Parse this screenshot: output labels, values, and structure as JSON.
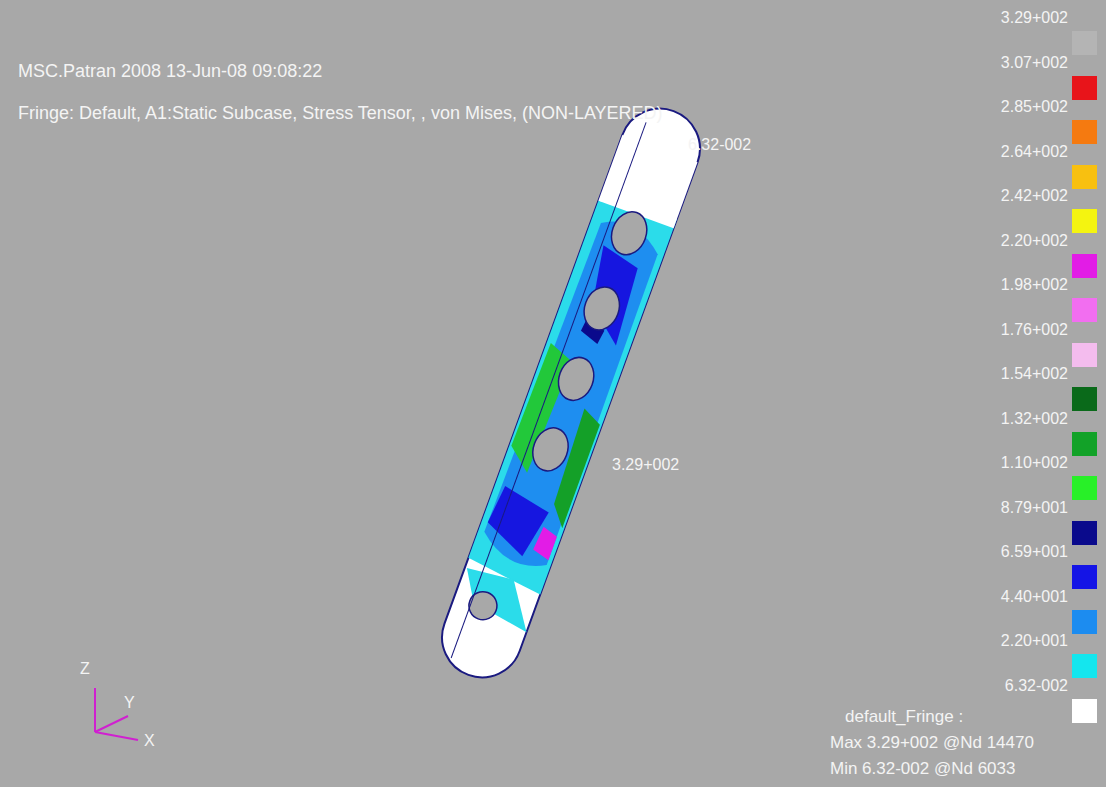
{
  "diagram": {
    "labels": [
      "MSC.Patran 2008 13-Jun-08 09:08:22",
      "Fringe: Default, A1:Static Subcase, Stress Tensor, , von Mises, (NON-LAYERED)",
      "6.32-002",
      "3.29+002",
      "default_Fringe :",
      "Max 3.29+002 @Nd 14470",
      "Min 6.32-002 @Nd 6033",
      "Z",
      "Y",
      "X"
    ],
    "legend": [
      {
        "text": "3.29+002",
        "color": "#b4b4b4"
      },
      {
        "text": "3.07+002",
        "color": "#e8141a"
      },
      {
        "text": "2.85+002",
        "color": "#f57a10"
      },
      {
        "text": "2.64+002",
        "color": "#f8c010"
      },
      {
        "text": "2.42+002",
        "color": "#f4f410"
      },
      {
        "text": "2.20+002",
        "color": "#e21ce6"
      },
      {
        "text": "1.98+002",
        "color": "#f26ef0"
      },
      {
        "text": "1.76+002",
        "color": "#f4bcee"
      },
      {
        "text": "1.54+002",
        "color": "#0a6a1a"
      },
      {
        "text": "1.32+002",
        "color": "#12a228"
      },
      {
        "text": "1.10+002",
        "color": "#28f028"
      },
      {
        "text": "8.79+001",
        "color": "#0a0a8c"
      },
      {
        "text": "6.59+001",
        "color": "#1414e6"
      },
      {
        "text": "4.40+001",
        "color": "#1c8cf0"
      },
      {
        "text": "2.20+001",
        "color": "#14e6ee"
      },
      {
        "text": "6.32-002",
        "color": "#ffffff"
      }
    ]
  }
}
